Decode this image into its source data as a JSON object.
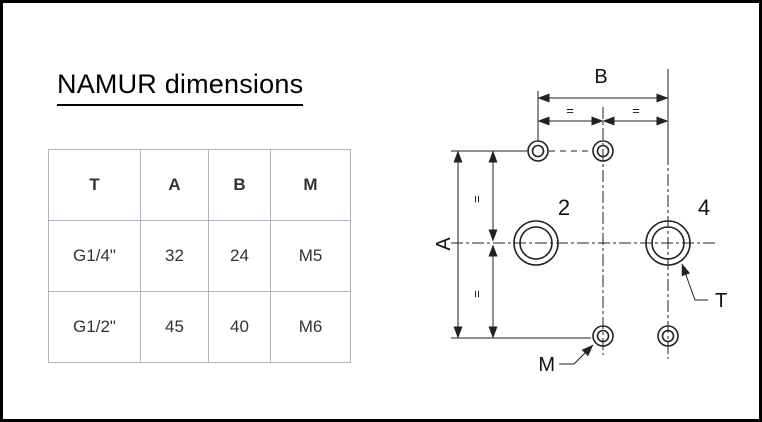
{
  "title": "NAMUR dimensions",
  "table": {
    "headers": [
      "T",
      "A",
      "B",
      "M"
    ],
    "rows": [
      [
        "G1/4\"",
        "32",
        "24",
        "M5"
      ],
      [
        "G1/2\"",
        "45",
        "40",
        "M6"
      ]
    ]
  },
  "drawing": {
    "dim_width_label": "B",
    "dim_height_label": "A",
    "equal_mark": "=",
    "port_left_label": "2",
    "port_right_label": "4",
    "thread_callout": "T",
    "mounting_callout": "M"
  }
}
